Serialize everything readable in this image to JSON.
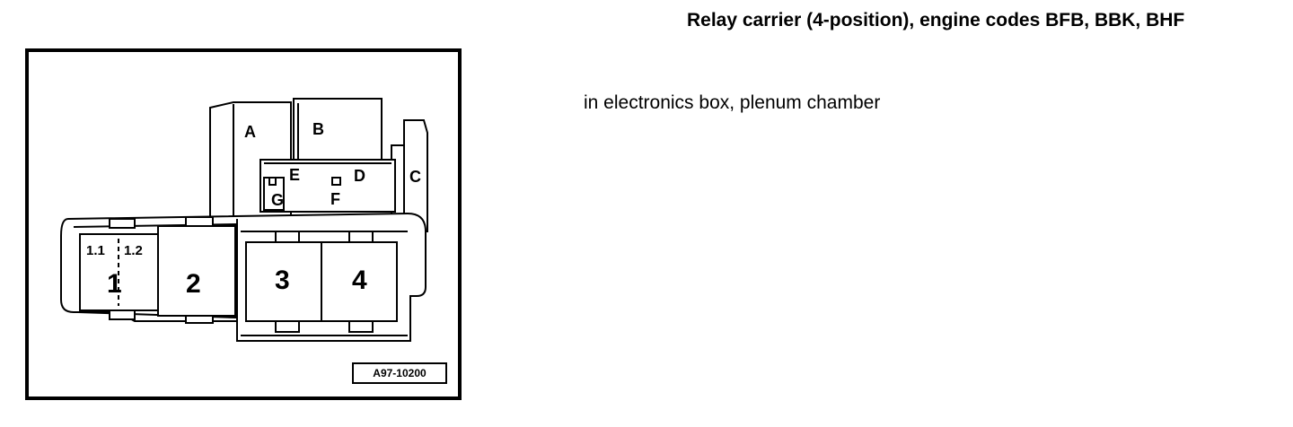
{
  "title": "Relay carrier (4-position), engine codes BFB, BBK, BHF",
  "location": "in electronics box, plenum chamber",
  "figure": {
    "code": "A97-10200",
    "labels": {
      "A": "A",
      "B": "B",
      "C": "C",
      "D": "D",
      "E": "E",
      "F": "F",
      "G": "G",
      "p1_1": "1.1",
      "p1_2": "1.2",
      "p1": "1",
      "p2": "2",
      "p3": "3",
      "p4": "4"
    }
  }
}
